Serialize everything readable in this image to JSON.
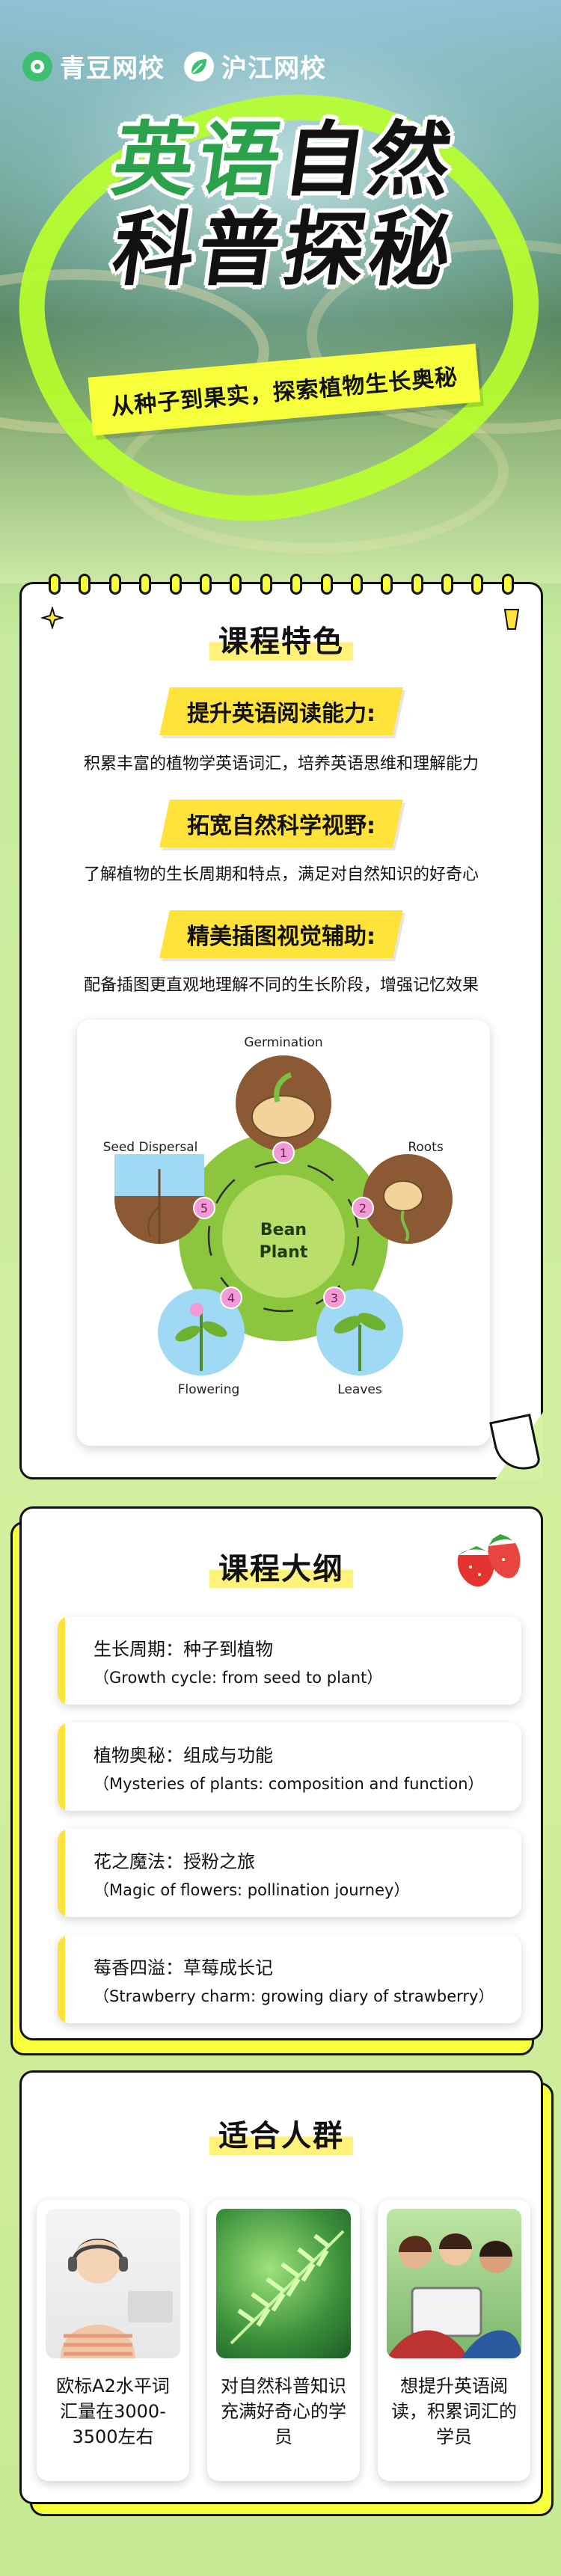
{
  "brand": {
    "logo1": "青豆网校",
    "logo2": "沪江网校"
  },
  "hero": {
    "title_line1_a": "英语",
    "title_line1_b": "自然",
    "title_line2": "科普探秘",
    "subtitle": "从种子到果实，探索植物生长奥秘"
  },
  "features": {
    "title": "课程特色",
    "items": [
      {
        "label": "提升英语阅读能力:",
        "desc": "积累丰富的植物学英语词汇，培养英语思维和理解能力"
      },
      {
        "label": "拓宽自然科学视野:",
        "desc": "了解植物的生长周期和特点，满足对自然知识的好奇心"
      },
      {
        "label": "精美插图视觉辅助:",
        "desc": "配备插图更直观地理解不同的生长阶段，增强记忆效果"
      }
    ],
    "cycle": {
      "center": "Bean Plant",
      "center_line1": "Bean",
      "center_line2": "Plant",
      "stages": [
        {
          "num": "1",
          "name": "Germination"
        },
        {
          "num": "2",
          "name": "Roots"
        },
        {
          "num": "3",
          "name": "Leaves"
        },
        {
          "num": "4",
          "name": "Flowering"
        },
        {
          "num": "5",
          "name": "Seed Dispersal"
        }
      ]
    }
  },
  "outline": {
    "title": "课程大纲",
    "items": [
      {
        "zh": "生长周期：种子到植物",
        "en": "（Growth cycle: from seed to plant）"
      },
      {
        "zh": "植物奥秘：组成与功能",
        "en": "（Mysteries of plants: composition and function）"
      },
      {
        "zh": "花之魔法：授粉之旅",
        "en": "（Magic of flowers: pollination journey）"
      },
      {
        "zh": "莓香四溢：草莓成长记",
        "en": "（Strawberry charm: growing diary of strawberry）"
      }
    ]
  },
  "audience": {
    "title": "适合人群",
    "items": [
      {
        "text": "欧标A2水平词汇量在3000-3500左右"
      },
      {
        "text": "对自然科普知识充满好奇心的学员"
      },
      {
        "text": "想提升英语阅读，积累词汇的学员"
      }
    ]
  },
  "colors": {
    "accent_green": "#2aa14a",
    "lime": "#b7ff2d",
    "yellow": "#ffe23a"
  }
}
